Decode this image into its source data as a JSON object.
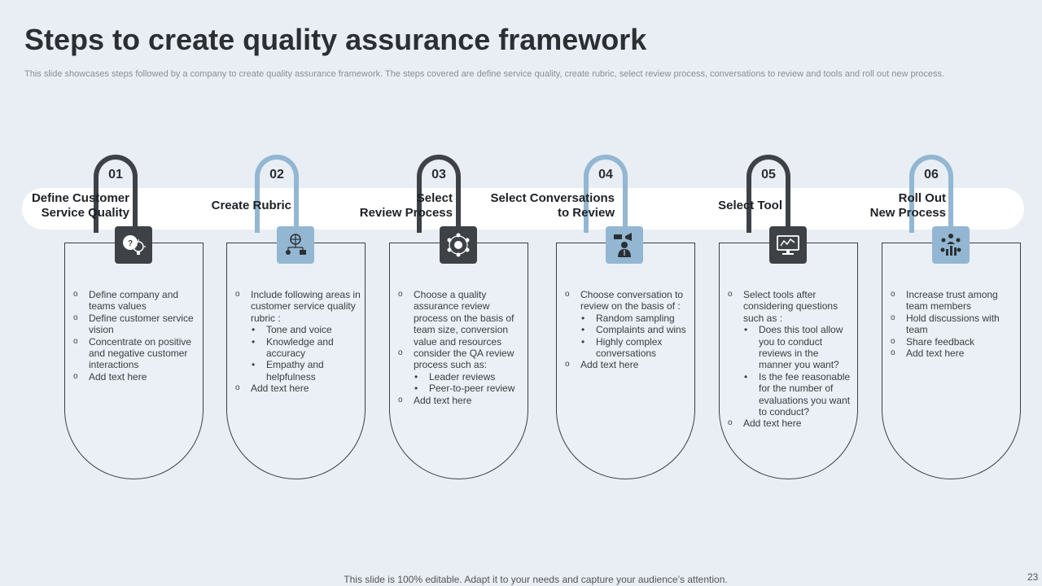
{
  "title": "Steps to create quality assurance framework",
  "subtitle": "This slide showcases steps followed by a company to create quality assurance framework. The steps covered are define service quality, create rubric, select review process, conversations to review and tools and roll out new process.",
  "steps": [
    {
      "number": "01",
      "heading_lines": [
        "Define Customer",
        "Service Quality"
      ],
      "icon": "brain-lightbulb-icon",
      "items": [
        {
          "type": "o",
          "text": "Define company and teams values"
        },
        {
          "type": "o",
          "text": "Define customer service vision"
        },
        {
          "type": "o",
          "text": "Concentrate on positive and negative customer interactions"
        },
        {
          "type": "o",
          "text": "Add text here"
        }
      ]
    },
    {
      "number": "02",
      "heading_lines": [
        "Create Rubric"
      ],
      "icon": "globe-network-icon",
      "items": [
        {
          "type": "o",
          "text": "Include following areas in customer service quality rubric :"
        },
        {
          "type": "b",
          "text": "Tone and voice"
        },
        {
          "type": "b",
          "text": "Knowledge and accuracy"
        },
        {
          "type": "b",
          "text": "Empathy and helpfulness"
        },
        {
          "type": "o",
          "text": "Add text here"
        }
      ]
    },
    {
      "number": "03",
      "heading_lines": [
        "Select",
        "Review Process"
      ],
      "icon": "network-hub-icon",
      "items": [
        {
          "type": "o",
          "text": "Choose a quality assurance review process on the basis of team size, conversion value and resources"
        },
        {
          "type": "o",
          "text": "consider the QA review process such as:"
        },
        {
          "type": "b",
          "text": "Leader reviews"
        },
        {
          "type": "b",
          "text": "Peer-to-peer review"
        },
        {
          "type": "o",
          "text": "Add text here"
        }
      ]
    },
    {
      "number": "04",
      "heading_lines": [
        "Select Conversations",
        "to Review"
      ],
      "icon": "presenter-megaphone-icon",
      "items": [
        {
          "type": "o",
          "text": "Choose conversation to review on the basis of :"
        },
        {
          "type": "b",
          "text": "Random sampling"
        },
        {
          "type": "b",
          "text": "Complaints and wins"
        },
        {
          "type": "b",
          "text": "Highly complex conversations"
        },
        {
          "type": "o",
          "text": "Add text here"
        }
      ]
    },
    {
      "number": "05",
      "heading_lines": [
        "Select Tool"
      ],
      "icon": "monitor-chart-icon",
      "items": [
        {
          "type": "o",
          "text": "Select tools after considering questions such as :"
        },
        {
          "type": "b",
          "text": "Does this tool allow you to conduct reviews in the manner you want?"
        },
        {
          "type": "b",
          "text": "Is the fee reasonable for the number of evaluations you want to conduct?"
        },
        {
          "type": "o",
          "text": "Add text here"
        }
      ]
    },
    {
      "number": "06",
      "heading_lines": [
        "Roll Out",
        "New Process"
      ],
      "icon": "team-growth-icon",
      "items": [
        {
          "type": "o",
          "text": "Increase trust among team members"
        },
        {
          "type": "o",
          "text": "Hold discussions with team"
        },
        {
          "type": "o",
          "text": "Share feedback"
        },
        {
          "type": "o",
          "text": "Add text here"
        }
      ]
    }
  ],
  "footer": "This slide is 100% editable. Adapt it to your needs and capture your audience’s attention.",
  "page_number": "23"
}
